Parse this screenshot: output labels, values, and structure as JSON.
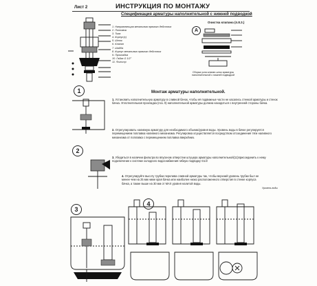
{
  "header": {
    "sheet": "Лист 2",
    "title": "ИНСТРУКЦИЯ ПО МОНТАЖУ"
  },
  "specification": {
    "title": "Спецификация арматуры наполнительной с нижней подводкой",
    "parts": [
      "1. Направляющая механизма прямого действия",
      "2. Поплавок",
      "3. Тяга",
      "4. Корпус(с)",
      "5. Шток",
      "6. Клапан",
      "7. Шайба",
      "8. Корпус механизма прямого действия",
      "9. Прокладка",
      "10. Гайка G 1/2\"",
      "11. Фильтр"
    ]
  },
  "valve_cleaning": {
    "title": "Очистка клапана (п.8.3.)",
    "label_a": "A",
    "caption": "Сборка узла клапан-шток арматуры наполнительной с нижней подводкой"
  },
  "installation": {
    "title": "Монтаж арматуры наполнительной.",
    "steps": [
      {
        "n": "1.",
        "text": "Установить наполнительную арматуру в сливной бачок, чтобы её подвижные части не касались стенкой арматуры и стенок бачка. Уплотнительная прокладка (поз. 9) наполнительной арматуры должна находиться с внутренней стороны бачка."
      },
      {
        "n": "2.",
        "text": "Отрегулировать наливную арматуру для необходимого объема/уровня воды. Уровень воды в бачке регулируется перемещением поплавка наливного механизма. Регулировка осуществляется посредством отсоединения тяги наливного механизма от поплавка с перемещением поплавка вверх/вниз."
      },
      {
        "n": "3.",
        "text": "Убедиться в наличии фильтра во впускном отверстии штуцера арматуры наполнительной(11)присоединить к нему подключение к системе холодного водоснабжения гибкую подводку G1/2"
      },
      {
        "n": "4.",
        "text": "Отрегулируйте высоту трубки перелива сливной арматуры так, чтобы верхний уровень трубки был не менее чем на 25 мм ниже края бачка или наиболее низко расположенного отверстия в стенке корпуса бачка, а также выше на 30 мм от MAX уровня налитой воды."
      }
    ],
    "water_level_label": "Уровень воды"
  },
  "figures": {
    "fig1": "1",
    "fig2": "2",
    "fig3": "3",
    "fig4": "4"
  },
  "part_numbers": [
    "1",
    "2",
    "3",
    "4",
    "5",
    "6",
    "7",
    "8",
    "9",
    "10",
    "11"
  ]
}
